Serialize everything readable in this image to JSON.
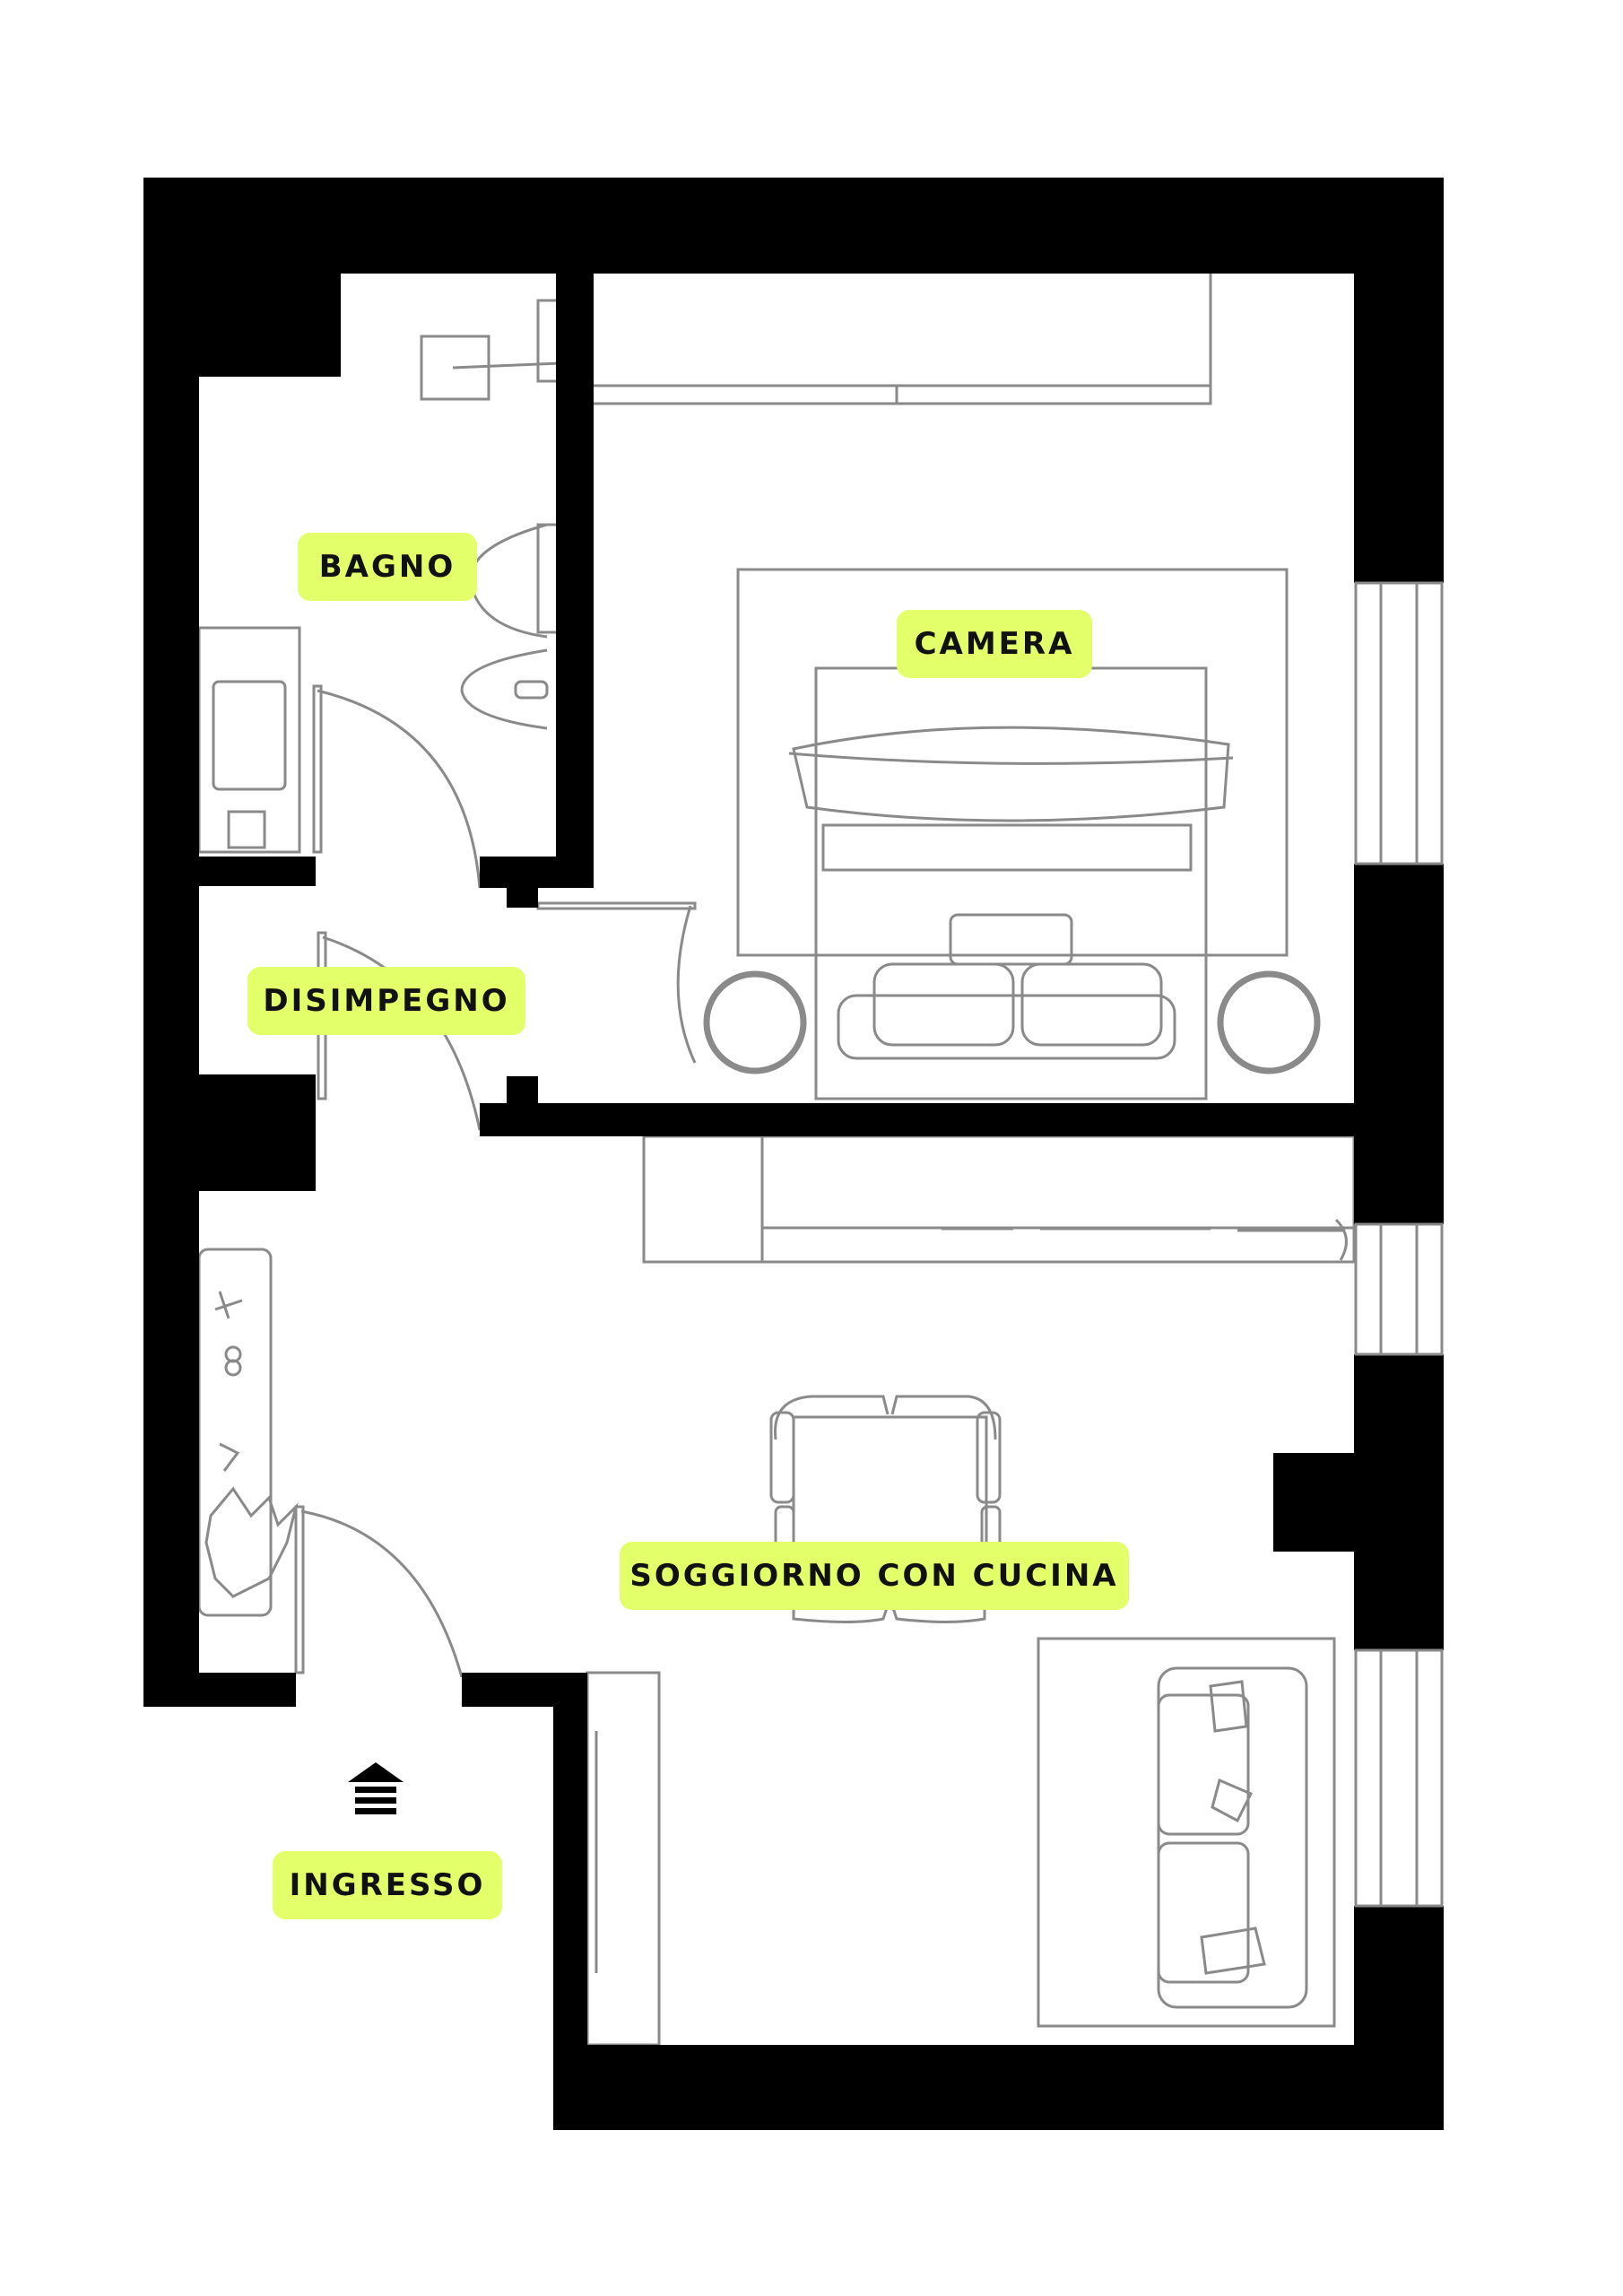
{
  "rooms": {
    "bagno": "BAGNO",
    "camera": "CAMERA",
    "disimpegno": "DISIMPEGNO",
    "soggiorno": "SOGGIORNO CON CUCINA",
    "ingresso": "INGRESSO"
  },
  "icons": {
    "entrance": "entrance-arrow-icon"
  },
  "colors": {
    "wall": "#000000",
    "furniture": "#8a8a8a",
    "label_bg": "#e3ff6a",
    "background": "#ffffff"
  }
}
